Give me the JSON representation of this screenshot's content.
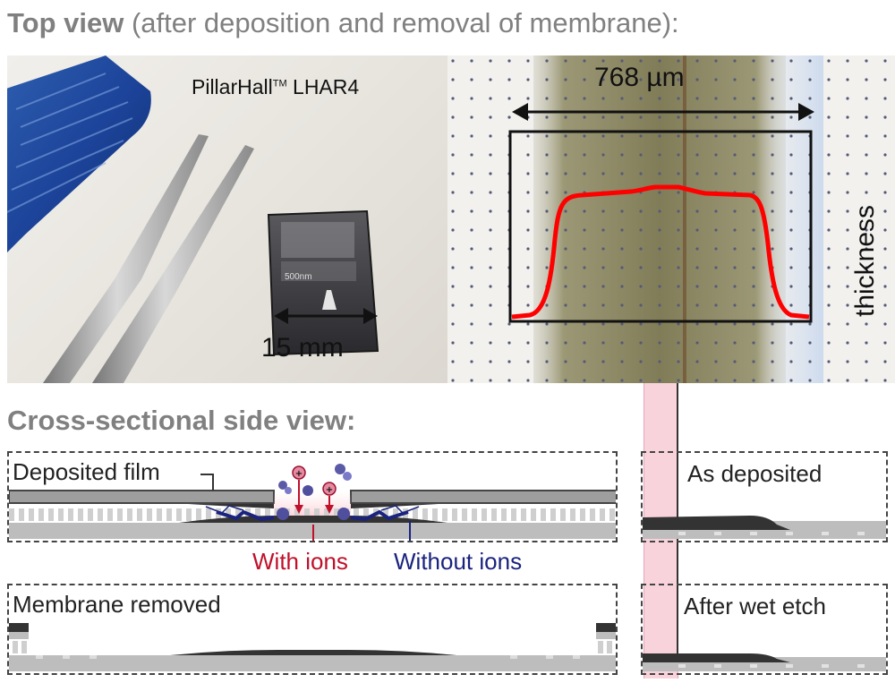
{
  "top_heading": {
    "bold": "Top view",
    "rest": " (after deposition and removal of membrane):"
  },
  "photo": {
    "product_name": "PillarHall",
    "trademark": "TM",
    "product_model": " LHAR4",
    "chip_scale_text": "500nm",
    "scale_label": "15 mm"
  },
  "micrograph": {
    "width_label": "768 µm",
    "y_label": "thickness",
    "profile_color": "#ff0000"
  },
  "cross_heading": "Cross-sectional side view:",
  "panels": {
    "deposited": {
      "label": "Deposited film",
      "with_ions": "With ions",
      "without_ions": "Without ions",
      "ions_color": "#c0102a",
      "without_color": "#1a237e"
    },
    "membrane_removed": {
      "label": "Membrane removed"
    },
    "as_deposited": {
      "label": "As deposited"
    },
    "after_wet_etch": {
      "label": "After wet etch"
    }
  },
  "colors": {
    "heading_gray": "#808080",
    "highlight_pink": "#f9d3dc",
    "substrate_gray": "#bdbdbd",
    "film_dark": "#333333"
  }
}
